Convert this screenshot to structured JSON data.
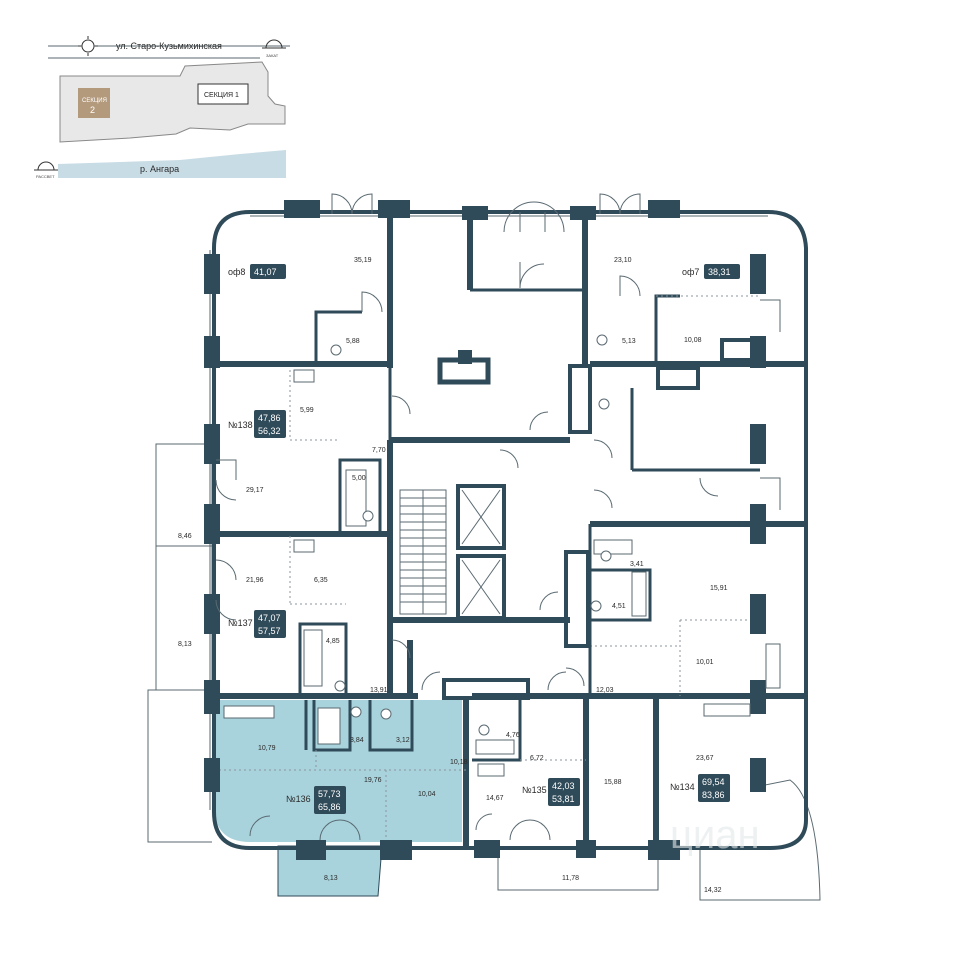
{
  "key_plan": {
    "street": "ул. Старо-Кузьмихинская",
    "river": "р. Ангара",
    "section_1": "СЕКЦИЯ 1",
    "section_2_label": "СЕКЦИЯ",
    "section_2_number": "2",
    "sunset": "ЗАКАТ",
    "sunrise": "РАССВЕТ"
  },
  "apartments": {
    "of8": {
      "name": "оф8",
      "area": "41,07"
    },
    "of7": {
      "name": "оф7",
      "area": "38,31"
    },
    "a138": {
      "name": "№138",
      "area_living": "47,86",
      "area_total": "56,32"
    },
    "a137": {
      "name": "№137",
      "area_living": "47,07",
      "area_total": "57,57"
    },
    "a136": {
      "name": "№136",
      "area_living": "57,73",
      "area_total": "65,86"
    },
    "a135": {
      "name": "№135",
      "area_living": "42,03",
      "area_total": "53,81"
    },
    "a134": {
      "name": "№134",
      "area_living": "69,54",
      "area_total": "83,86"
    }
  },
  "rooms": {
    "r35_19": "35,19",
    "r5_88": "5,88",
    "r23_10": "23,10",
    "r5_13": "5,13",
    "r10_08": "10,08",
    "r5_99": "5,99",
    "r7_70": "7,70",
    "r29_17": "29,17",
    "r5_00": "5,00",
    "r8_46": "8,46",
    "r21_96": "21,96",
    "r6_35": "6,35",
    "r4_85": "4,85",
    "r8_13a": "8,13",
    "r13_91": "13,91",
    "r3_41": "3,41",
    "r15_91": "15,91",
    "r4_51": "4,51",
    "r10_01": "10,01",
    "r12_03": "12,03",
    "r10_79": "10,79",
    "r3_84": "3,84",
    "r3_12": "3,12",
    "r10_18": "10,18",
    "r19_76": "19,76",
    "r10_04": "10,04",
    "r4_76": "4,76",
    "r6_72": "6,72",
    "r14_67": "14,67",
    "r15_88": "15,88",
    "r23_67": "23,67",
    "r8_13b": "8,13",
    "r11_78": "11,78",
    "r14_32": "14,32"
  },
  "colors": {
    "wall": "#2f4a58",
    "highlight": "#a8d3dc",
    "section2": "#b39a7d",
    "river": "#c8dce5"
  },
  "watermark": "циан"
}
